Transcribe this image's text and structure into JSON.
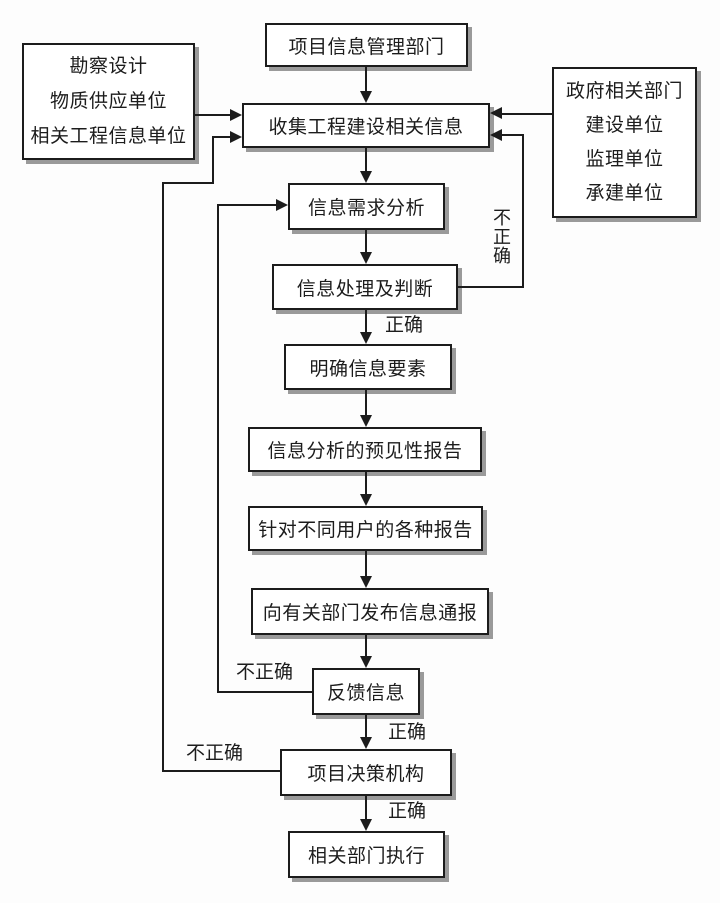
{
  "diagram": {
    "nodes": {
      "project_info_dept": "项目信息管理部门",
      "collect_info": "收集工程建设相关信息",
      "demand_analysis": "信息需求分析",
      "process_judgment": "信息处理及判断",
      "clarify_elements": "明确信息要素",
      "foresight_report": "信息分析的预见性报告",
      "user_reports": "针对不同用户的各种报告",
      "publish_notice": "向有关部门发布信息通报",
      "feedback_info": "反馈信息",
      "decision_body": "项目决策机构",
      "execute_depts": "相关部门执行"
    },
    "source_groups": {
      "left": [
        "勘察设计",
        "物质供应单位",
        "相关工程信息单位"
      ],
      "right": [
        "政府相关部门",
        "建设单位",
        "监理单位",
        "承建单位"
      ]
    },
    "edge_labels": {
      "correct_after_process": "正确",
      "correct_after_feedback": "正确",
      "correct_after_decision": "正确",
      "incorrect_from_process": "不正确",
      "incorrect_from_feedback": "不正确",
      "incorrect_from_decision": "不正确"
    },
    "colors": {
      "line": "#1c1c1c",
      "box_fill": "#ffffff",
      "box_shadow": "#9a9a9a",
      "background": "#fdfdfd"
    }
  }
}
